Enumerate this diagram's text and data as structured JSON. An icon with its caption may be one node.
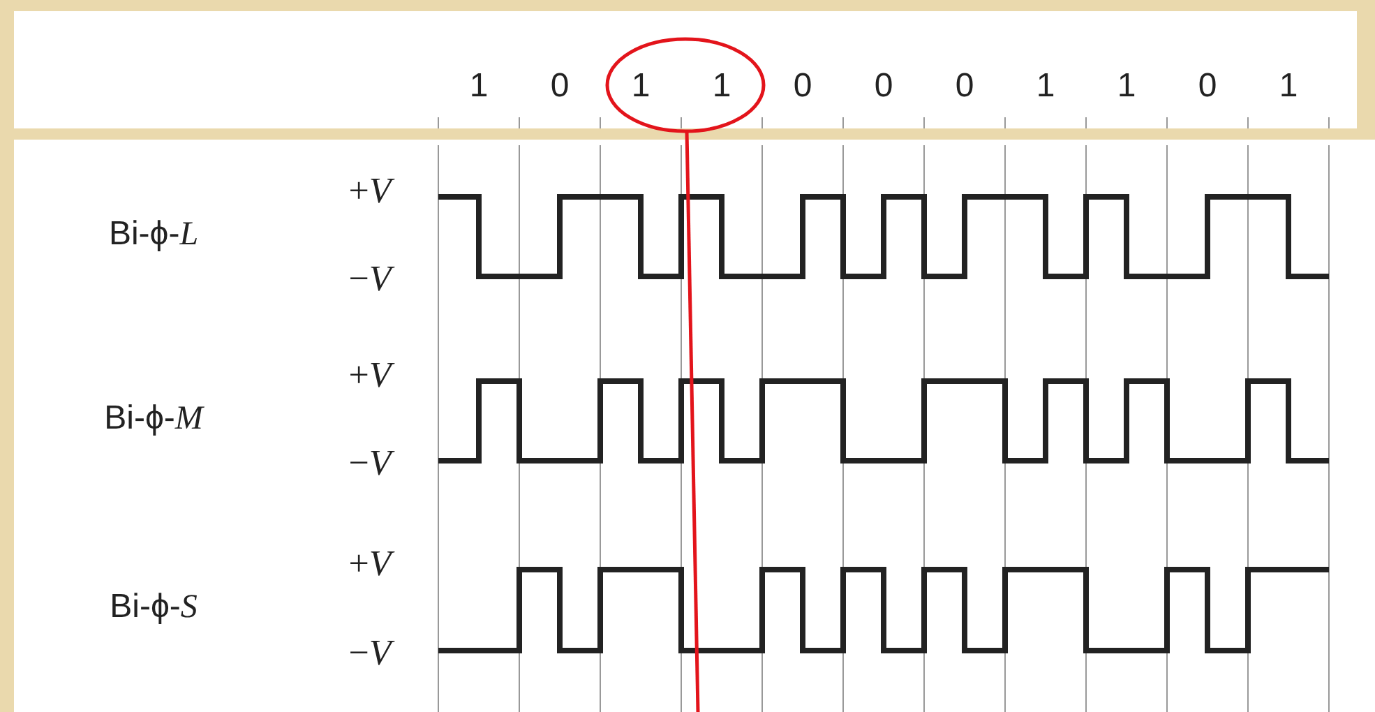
{
  "diagram": {
    "labels": [
      "1",
      "0",
      "1",
      "1",
      "0",
      "0",
      "0",
      "1",
      "1",
      "0",
      "1",
      "Bi-ϕ-*L*",
      "+*V*",
      "−*V*",
      "Bi-ϕ-*M*",
      "+*V*",
      "−*V*",
      "Bi-ϕ-*S*",
      "+*V*",
      "−*V*"
    ]
  }
}
